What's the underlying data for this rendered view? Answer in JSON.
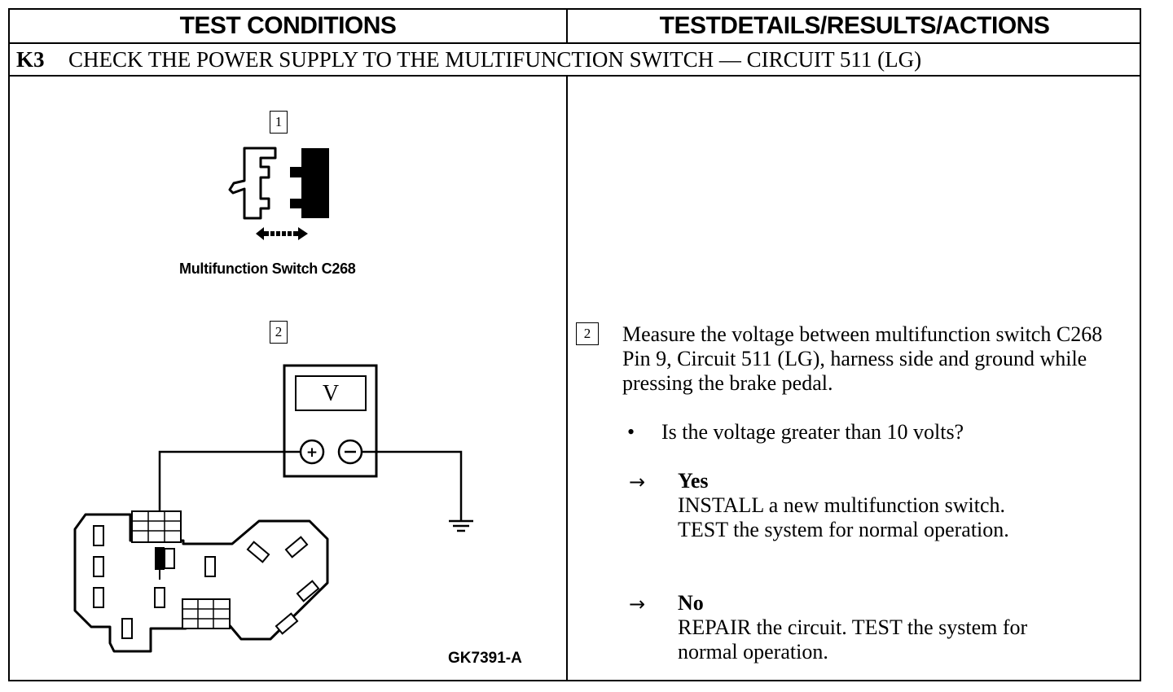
{
  "header": {
    "left": "TEST CONDITIONS",
    "right": "TESTDETAILS/RESULTS/ACTIONS"
  },
  "step": {
    "id": "K3",
    "title": "CHECK THE POWER SUPPLY TO THE MULTIFUNCTION SWITCH — CIRCUIT 511 (LG)"
  },
  "figure": {
    "callout_1": "1",
    "callout_2": "2",
    "connector_caption": "Multifunction Switch C268",
    "meter_label": "V",
    "figure_ref": "GK7391-A",
    "icons": [
      "connector-icon",
      "disconnect-arrow-icon",
      "voltmeter-icon",
      "ground-icon",
      "switch-connector-icon"
    ]
  },
  "details": {
    "callout": "2",
    "instruction": "Measure the voltage between multifunction switch C268 Pin 9, Circuit 511 (LG), harness side and ground while pressing the brake pedal.",
    "bullet": "•",
    "question": "Is the voltage greater than 10 volts?",
    "arrow": "→",
    "yes_label": "Yes",
    "yes_line1": "INSTALL a new multifunction switch.",
    "yes_line2": "TEST the system for normal operation.",
    "no_label": "No",
    "no_line1": "REPAIR the circuit. TEST the system for",
    "no_line2": "normal operation."
  }
}
